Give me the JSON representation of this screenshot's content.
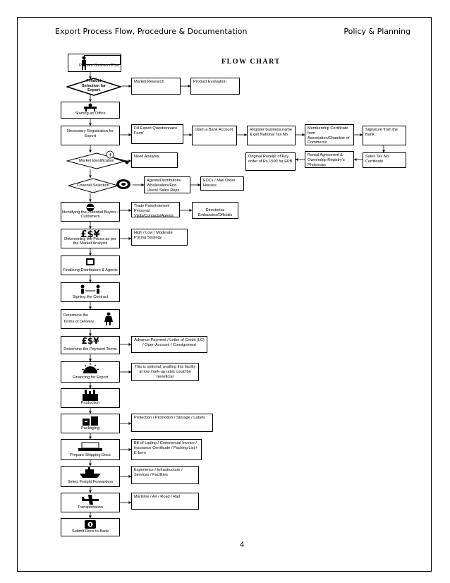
{
  "header": {
    "left": "Export Process Flow, Procedure & Documentation",
    "right": "Policy & Planning"
  },
  "title": "FLOW CHART",
  "steps": {
    "prepare_business_plan": "Prepare Business Plan",
    "product_selection": "Product Selection for Export",
    "starting_office": "Starting an Office",
    "necessary_registration": "Necessary Registration for Export",
    "market_identification": "Market Identification",
    "channel_selection": "Channel Selection",
    "identifying_buyers": "Identifying the Potential Buyers / Customers",
    "determining_prices": "Determining the Prices as per the Market Analysis",
    "finalizing_distributors": "Finalizing Distributors & Agents",
    "signing_contract": "Signing the Contract",
    "terms_of_delivery": "Determine the Terms of Delivery",
    "payment_terms": "Determine the Payment Terms",
    "financing": "Financing for Export",
    "production": "Production",
    "packaging": "Packaging",
    "shipping_docs": "Prepare Shipping Docs",
    "freight_forwarders": "Select Freight Forwarders",
    "transportation": "Transportation",
    "submit_docs": "Submit Docs to Bank"
  },
  "notes": {
    "market_research": "Market Research",
    "product_evaluation": "Product Evaluation",
    "fill_export_form": "Fill Export Questionnaire Form'",
    "open_bank_account": "Open a Bank Account",
    "register_business": "Register business name & get National Tax No.",
    "membership_certificate": "Membership Certificate from Association/Chamber of Commerce",
    "signature_from_bank": "Signature from the Bank",
    "need_analysis": "Need Analysis",
    "original_receipt": "Original Receipt of Pay order of Rs.1500 for EPB",
    "rental_agreement": "Rental Agreement & Ownership Registry's Photocopy",
    "sales_tax": "Sales Tax No. Certificate",
    "agents_distributors": "Agents/Distributors/ Wholesalers/End Users/ Sales Reps",
    "edcs_mail": "EDCs / Mail Order Houses",
    "trade_fairs": "Trade Fairs/Internet/ Personal Visits/Contacts/Agents",
    "directories": "Directories Embassies/Officials",
    "pricing_strategy": "High / Low / Moderate Pricing Strategy",
    "advance_payment": "Advance Payment / Letter of Credit (LC) / Open Account / Consignment",
    "optional_note": "This is optional; availing this facility at low mark-up rates could be beneficial",
    "protection": "Protection / Promotion / Storage / Labels",
    "bill_of_lading": "Bill of Lading / Commercial Invoice / Insurance Certificate / Packing List / E-form",
    "experience": "Experience / Infrastructure / Services / Facilities",
    "maritime": "Maritime / Air / Road / Rail"
  },
  "page_number": "4"
}
